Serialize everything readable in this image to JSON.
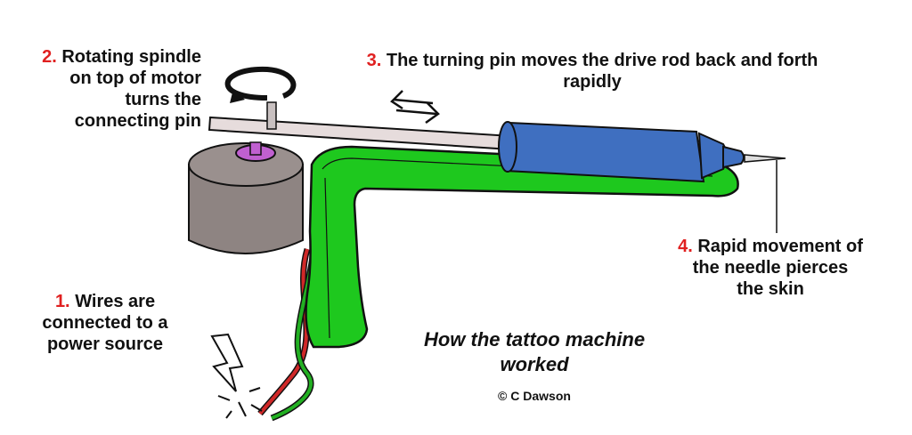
{
  "labels": [
    {
      "num": "1.",
      "text": "Wires are connected to a power source"
    },
    {
      "num": "2.",
      "text": "Rotating spindle on top of motor turns the connecting pin"
    },
    {
      "num": "3.",
      "text": "The turning pin moves the drive rod back and forth rapidly"
    },
    {
      "num": "4.",
      "text": "Rapid movement of the needle pierces the skin"
    }
  ],
  "title": "How the tattoo machine worked",
  "credit": "© C Dawson",
  "colors": {
    "number": "#e02020",
    "frame": "#1ec81e",
    "barrel": "#3f6fc0",
    "motor": "#8e8482",
    "spindle": "#c060d0",
    "rod": "#e6dcdc"
  }
}
